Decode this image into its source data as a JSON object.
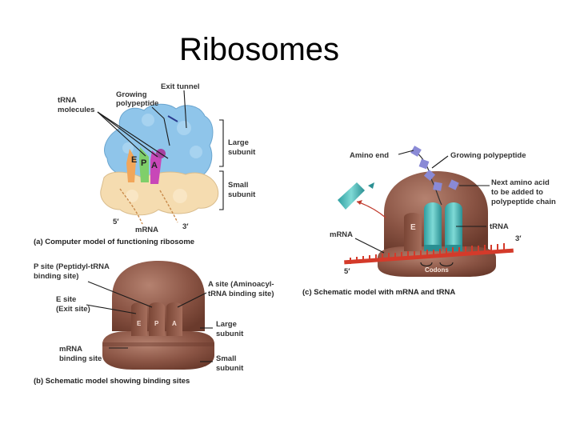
{
  "title": "Ribosomes",
  "panel_a": {
    "caption": "(a) Computer model of functioning ribosome",
    "labels": {
      "trna_1": "tRNA",
      "trna_2": "molecules",
      "growing_1": "Growing",
      "growing_2": "polypeptide",
      "exit_tunnel": "Exit tunnel",
      "large_1": "Large",
      "large_2": "subunit",
      "small_1": "Small",
      "small_2": "subunit",
      "mrna": "mRNA",
      "five": "5′",
      "three": "3′",
      "e": "E",
      "p": "P",
      "a": "A"
    }
  },
  "panel_b": {
    "caption": "(b) Schematic model showing binding sites",
    "labels": {
      "p_site_1": "P site (Peptidyl-tRNA",
      "p_site_2": "binding site)",
      "a_site_1": "A site (Aminoacyl-",
      "a_site_2": "tRNA binding site)",
      "e_site_1": "E site",
      "e_site_2": "(Exit site)",
      "large_1": "Large",
      "large_2": "subunit",
      "mrna_site_1": "mRNA",
      "mrna_site_2": "binding site",
      "small_1": "Small",
      "small_2": "subunit",
      "e": "E",
      "p": "P",
      "a": "A"
    }
  },
  "panel_c": {
    "caption": "(c) Schematic model with mRNA and tRNA",
    "labels": {
      "amino_end": "Amino end",
      "growing": "Growing polypeptide",
      "next_1": "Next amino acid",
      "next_2": "to be added to",
      "next_3": "polypeptide chain",
      "trna": "tRNA",
      "mrna": "mRNA",
      "e": "E",
      "three": "3′",
      "five": "5′",
      "codons": "Codons"
    }
  }
}
